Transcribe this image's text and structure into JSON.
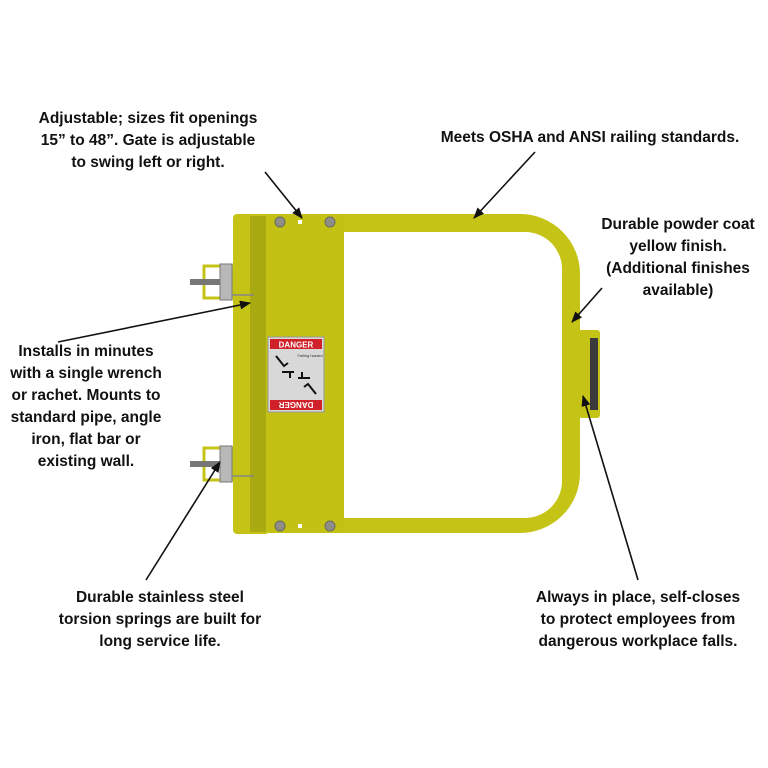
{
  "colors": {
    "gate_yellow": "#c5c416",
    "gate_shadow": "#a9a912",
    "danger_red": "#d0202a",
    "text": "#111111"
  },
  "callouts": [
    {
      "id": "adjustable",
      "lines": [
        "Adjustable; sizes fit openings",
        "15” to 48”. Gate is adjustable",
        "to swing left or right."
      ]
    },
    {
      "id": "standards",
      "lines": [
        "Meets OSHA and ANSI railing standards."
      ]
    },
    {
      "id": "finish",
      "lines": [
        "Durable powder coat",
        "yellow finish.",
        "(Additional finishes",
        "available)"
      ]
    },
    {
      "id": "install",
      "lines": [
        "Installs in minutes",
        "with a single wrench",
        "or rachet. Mounts to",
        "standard pipe, angle",
        "iron, flat bar or",
        "existing wall."
      ]
    },
    {
      "id": "springs",
      "lines": [
        "Durable stainless steel",
        "torsion springs are built for",
        "long service life."
      ]
    },
    {
      "id": "self-closing",
      "lines": [
        "Always in place, self-closes",
        "to protect employees from",
        "dangerous workplace falls."
      ]
    }
  ],
  "danger_label": {
    "header": "DANGER",
    "subtitle": "Falling hazard"
  }
}
